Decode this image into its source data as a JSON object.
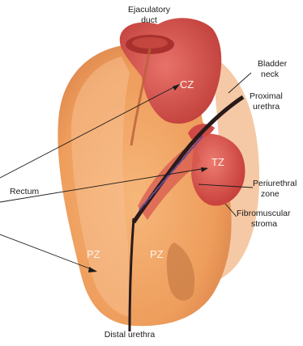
{
  "labels": {
    "ejaculatory_duct_1": "Ejaculatory",
    "ejaculatory_duct_2": "duct",
    "bladder_neck_1": "Bladder",
    "bladder_neck_2": "neck",
    "proximal_urethra_1": "Proximal",
    "proximal_urethra_2": "urethra",
    "rectum": "Rectum",
    "periurethral_zone_1": "Periurethral",
    "periurethral_zone_2": "zone",
    "fibromuscular_stroma_1": "Fibromuscular",
    "fibromuscular_stroma_2": "stroma",
    "distal_urethra": "Distal urethra"
  },
  "zones": {
    "cz": "CZ",
    "tz": "TZ",
    "pz_left": "PZ",
    "pz_right": "PZ"
  },
  "colors": {
    "gland_orange": "#f2a868",
    "gland_light": "#f7c190",
    "stroma_peach": "#f5c9a5",
    "zone_red": "#d9534a",
    "urethra_dark": "#2a1a1a"
  }
}
